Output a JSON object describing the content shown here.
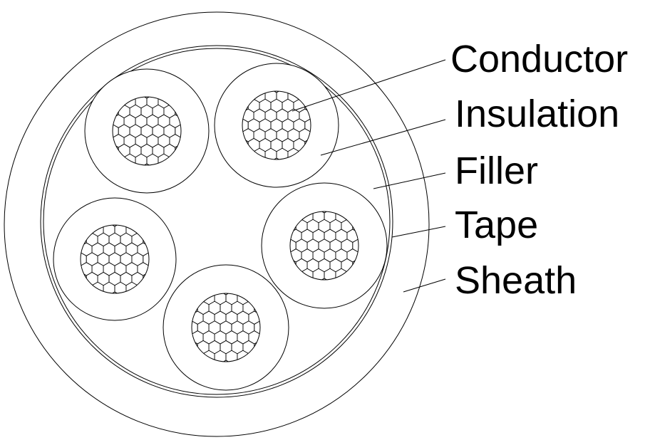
{
  "diagram": {
    "labels": {
      "conductor": "Conductor",
      "insulation": "Insulation",
      "filler": "Filler",
      "tape": "Tape",
      "sheath": "Sheath"
    },
    "colors": {
      "line": "#000000",
      "background": "#ffffff"
    }
  }
}
